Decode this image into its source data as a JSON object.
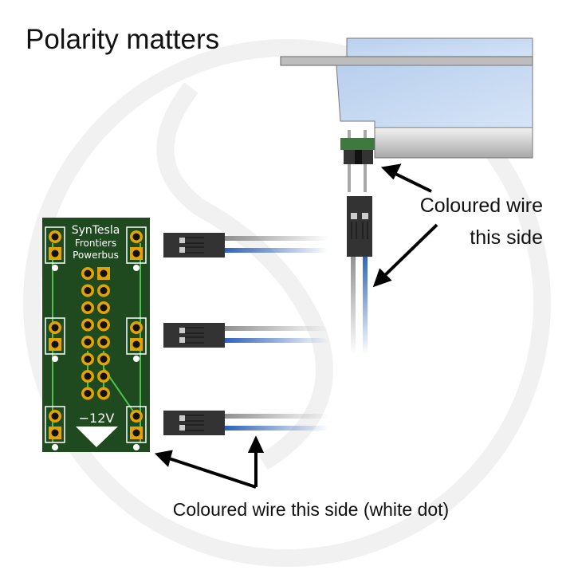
{
  "title": "Polarity matters",
  "pcb": {
    "brand": "SynTesla",
    "line2": "Frontiers",
    "line3": "Powerbus",
    "voltage": "−12V"
  },
  "labels": {
    "coloured_wire_line1": "Coloured wire",
    "coloured_wire_line2": "this side",
    "bottom_note": "Coloured wire this side (white dot)"
  },
  "colors": {
    "pcb": "#1f4a1f",
    "pad": "#e3a300",
    "trace": "#4cc24c",
    "wire_coloured": "#3a6fc0",
    "wire_plain": "#a0a0a0",
    "module_panel": "#c6d8f0"
  }
}
